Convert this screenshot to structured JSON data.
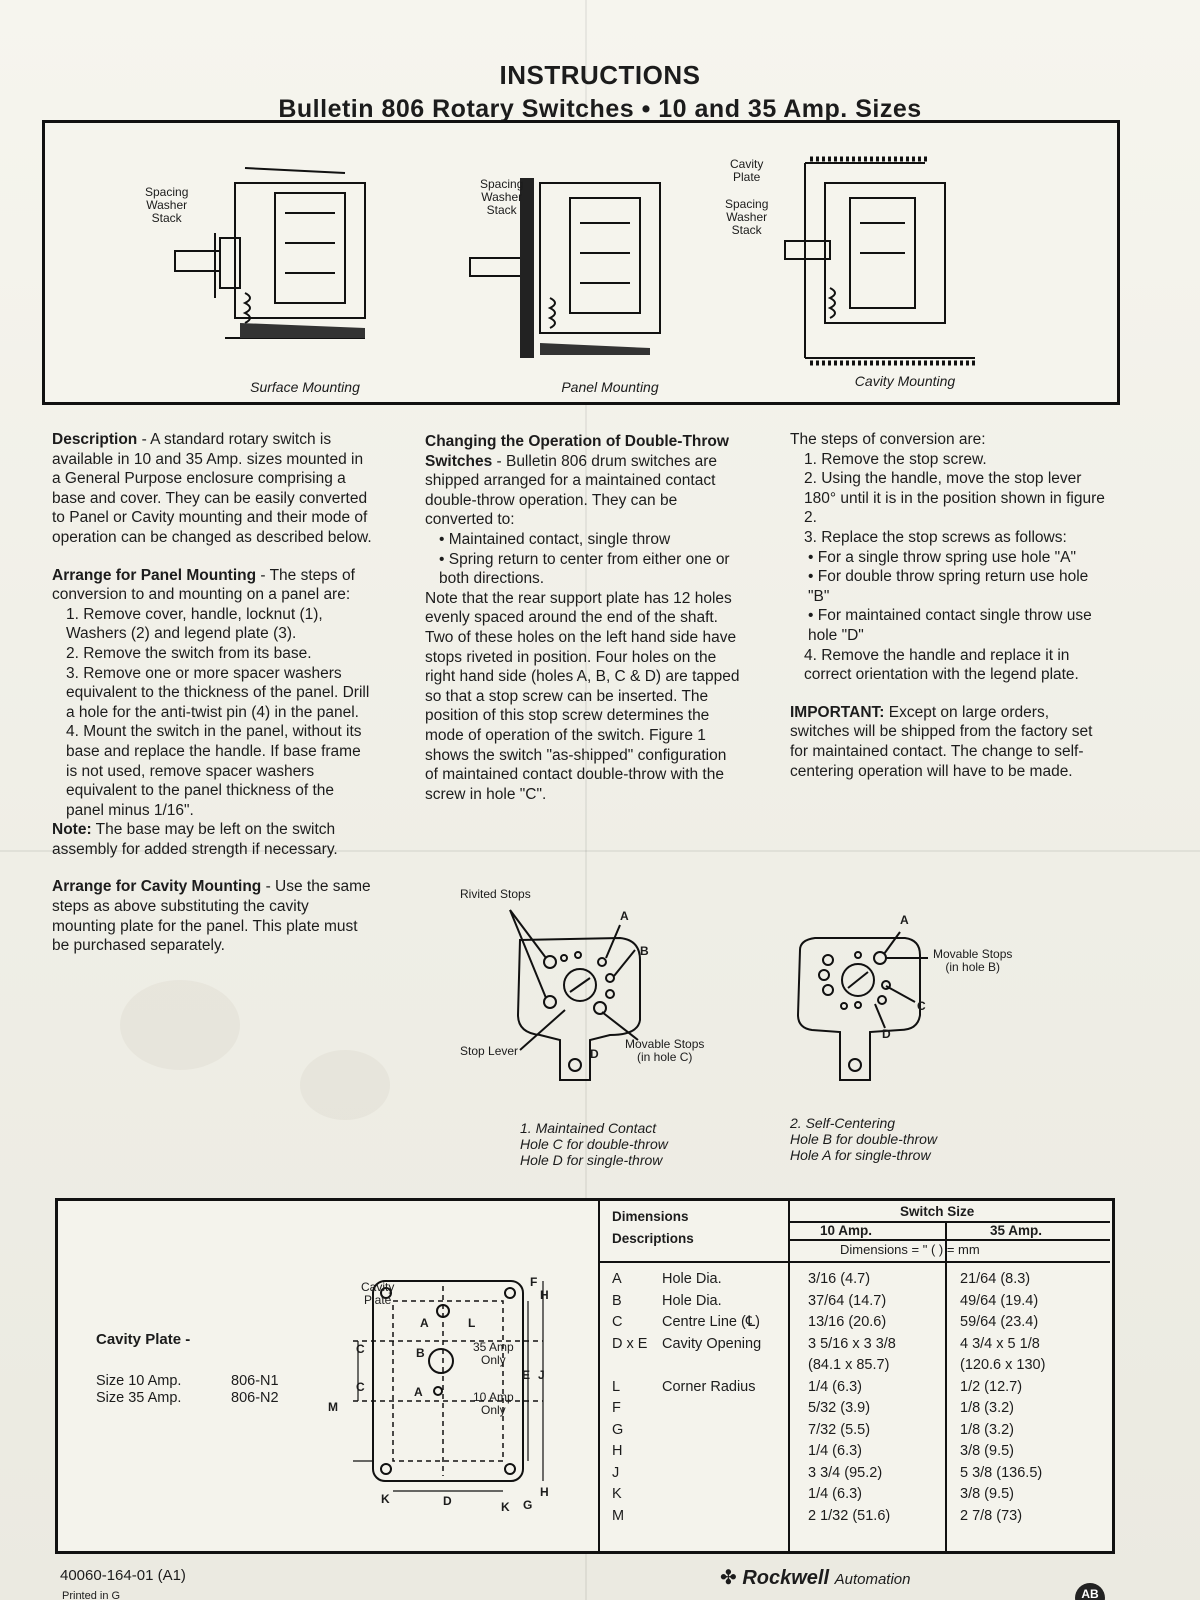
{
  "header": {
    "title": "INSTRUCTIONS",
    "subtitle": "Bulletin 806 Rotary Switches • 10 and 35 Amp. Sizes"
  },
  "figures": {
    "surface": {
      "caption": "Surface Mounting",
      "label_spacing": "Spacing\nWasher\nStack"
    },
    "panel": {
      "caption": "Panel Mounting",
      "label_spacing": "Spacing\nWasher\nStack"
    },
    "cavity": {
      "caption": "Cavity Mounting",
      "label_plate": "Cavity\nPlate",
      "label_spacing": "Spacing\nWasher\nStack"
    }
  },
  "col1": {
    "desc_head": "Description",
    "desc_body": " - A standard rotary switch is available in 10 and 35 Amp. sizes mounted in a General Purpose enclosure comprising a base and cover. They can be easily converted to Panel or Cavity mounting and their mode of operation can be changed as described below.",
    "panel_head": "Arrange for Panel Mounting",
    "panel_intro": " - The steps of conversion to and mounting on a panel are:",
    "panel_steps": [
      "1. Remove cover, handle, locknut (1), Washers (2) and legend plate (3).",
      "2. Remove the switch from its base.",
      "3. Remove one or more spacer washers equivalent to the thickness of the panel. Drill a hole for the anti-twist pin (4) in the panel.",
      "4. Mount the switch in the panel, without its base and replace the handle. If base frame is not used, remove spacer washers equivalent to the panel thickness of the panel minus 1/16\"."
    ],
    "note_head": "Note:",
    "note_body": " The base may be left on the switch assembly for added strength if necessary.",
    "cavity_head": "Arrange for Cavity Mounting",
    "cavity_body": " - Use the same steps as above substituting the cavity mounting plate for the panel. This plate must be purchased separately."
  },
  "col2": {
    "head": "Changing the Operation of Double-Throw Switches",
    "body": " - Bulletin 806 drum switches are shipped arranged for a maintained contact double-throw operation. They can be converted to:",
    "bullets": [
      "• Maintained contact, single throw",
      "• Spring return to center from either one or both directions."
    ],
    "note": "Note that the rear support plate has 12 holes evenly spaced around the end of the shaft. Two of these holes on the left hand side have stops riveted in position. Four holes on the right hand side (holes A, B, C & D) are tapped so that a stop screw can be inserted. The position of this stop screw determines the mode of operation of the switch. Figure 1 shows the switch \"as-shipped\" configuration of maintained contact double-throw with the screw in hole \"C\"."
  },
  "col3": {
    "intro": "The steps of conversion are:",
    "step1": "1. Remove the stop screw.",
    "step2": "2. Using the handle, move the stop lever 180° until it is in the position shown in figure 2.",
    "step3": "3. Replace the stop screws as follows:",
    "sub": [
      "• For a single throw spring use hole \"A\"",
      "• For double throw spring return use hole \"B\"",
      "• For maintained contact single throw use hole \"D\""
    ],
    "step4": "4. Remove the handle and replace it in correct orientation with the legend plate.",
    "important_head": "IMPORTANT:",
    "important_body": " Except on large orders, switches will be shipped from the factory set for maintained contact. The change to self-centering operation will have to be made."
  },
  "stop_figures": {
    "fig1": {
      "riveted": "Rivited Stops",
      "stop_lever": "Stop Lever",
      "movable": "Movable Stops\n(in hole C)",
      "letters": [
        "A",
        "B",
        "D"
      ],
      "caption": [
        "1. Maintained Contact",
        "Hole C for double-throw",
        "Hole D for single-throw"
      ]
    },
    "fig2": {
      "movable": "Movable Stops\n(in hole B)",
      "letters": [
        "A",
        "C",
        "D"
      ],
      "caption": [
        "2. Self-Centering",
        "Hole B for double-throw",
        "Hole A for single-throw"
      ]
    }
  },
  "cavity_plate": {
    "title": "Cavity Plate -",
    "rows": [
      {
        "size": "Size 10 Amp.",
        "code": "806-N1"
      },
      {
        "size": "Size 35 Amp.",
        "code": "806-N2"
      }
    ],
    "diagram_labels": {
      "plate": "Cavity\nPlate",
      "amp35": "35 Amp\nOnly",
      "amp10": "10 Amp\nOnly",
      "letters": [
        "F",
        "H",
        "A",
        "L",
        "B",
        "C",
        "C",
        "A",
        "E",
        "J",
        "M",
        "K",
        "D",
        "K",
        "G",
        "H"
      ]
    }
  },
  "dimensions": {
    "header_left": [
      "Dimensions",
      "Descriptions"
    ],
    "header_switch": "Switch Size",
    "header_10": "10 Amp.",
    "header_35": "35 Amp.",
    "header_units": "Dimensions = \" ( ) = mm",
    "rows": [
      {
        "letter": "A",
        "desc": "Hole Dia.",
        "a10": "3/16 (4.7)",
        "a35": "21/64 (8.3)"
      },
      {
        "letter": "B",
        "desc": "Hole Dia.",
        "a10": "37/64 (14.7)",
        "a35": "49/64 (19.4)"
      },
      {
        "letter": "C",
        "desc": "Centre Line (℄)",
        "a10": "13/16 (20.6)",
        "a35": "59/64 (23.4)"
      },
      {
        "letter": "D x E",
        "desc": "Cavity Opening",
        "a10": "3 5/16 x 3 3/8",
        "a35": "4 3/4 x 5 1/8"
      },
      {
        "letter": "",
        "desc": "",
        "a10": "(84.1 x 85.7)",
        "a35": "(120.6 x 130)"
      },
      {
        "letter": "L",
        "desc": "Corner Radius",
        "a10": "1/4 (6.3)",
        "a35": "1/2 (12.7)"
      },
      {
        "letter": "F",
        "desc": "",
        "a10": "5/32 (3.9)",
        "a35": "1/8 (3.2)"
      },
      {
        "letter": "G",
        "desc": "",
        "a10": "7/32 (5.5)",
        "a35": "1/8 (3.2)"
      },
      {
        "letter": "H",
        "desc": "",
        "a10": "1/4 (6.3)",
        "a35": "3/8 (9.5)"
      },
      {
        "letter": "J",
        "desc": "",
        "a10": "3 3/4 (95.2)",
        "a35": "5 3/8 (136.5)"
      },
      {
        "letter": "K",
        "desc": "",
        "a10": "1/4 (6.3)",
        "a35": "3/8 (9.5)"
      },
      {
        "letter": "M",
        "desc": "",
        "a10": "2 1/32 (51.6)",
        "a35": "2 7/8 (73)"
      }
    ]
  },
  "footer": {
    "code": "40060-164-01 (A1)",
    "printed": "Printed in G",
    "brand": "Rockwell",
    "brand_suffix": "Automation",
    "badge": "AB"
  }
}
